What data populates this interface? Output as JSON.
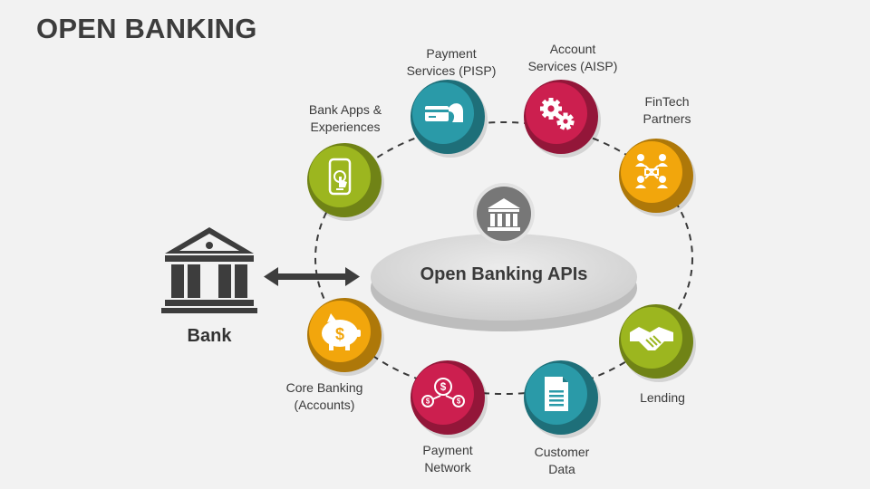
{
  "title": "OPEN BANKING",
  "center": {
    "label": "Open Banking APIs",
    "icon": "bank-building-icon"
  },
  "bank": {
    "label": "Bank",
    "icon": "bank-building-icon"
  },
  "connector": {
    "icon": "double-arrow-icon"
  },
  "nodes": [
    {
      "id": "bank-apps",
      "lines": [
        "Bank Apps &",
        "Experiences"
      ],
      "color": "#9cb61f",
      "icon": "smartphone-touch-icon"
    },
    {
      "id": "payment-services",
      "lines": [
        "Payment",
        "Services (PISP)"
      ],
      "color": "#2a9aa8",
      "icon": "hand-card-icon"
    },
    {
      "id": "account-services",
      "lines": [
        "Account",
        "Services (AISP)"
      ],
      "color": "#cc1f4f",
      "icon": "gears-icon"
    },
    {
      "id": "fintech-partners",
      "lines": [
        "FinTech",
        "Partners"
      ],
      "color": "#f2a60c",
      "icon": "network-people-icon"
    },
    {
      "id": "lending",
      "lines": [
        "Lending"
      ],
      "color": "#9cb61f",
      "icon": "handshake-icon"
    },
    {
      "id": "customer-data",
      "lines": [
        "Customer",
        "Data"
      ],
      "color": "#2a9aa8",
      "icon": "document-icon"
    },
    {
      "id": "payment-network",
      "lines": [
        "Payment",
        "Network"
      ],
      "color": "#cc1f4f",
      "icon": "money-network-icon"
    },
    {
      "id": "core-banking",
      "lines": [
        "Core Banking",
        "(Accounts)"
      ],
      "color": "#f2a60c",
      "icon": "piggy-bank-icon"
    }
  ]
}
